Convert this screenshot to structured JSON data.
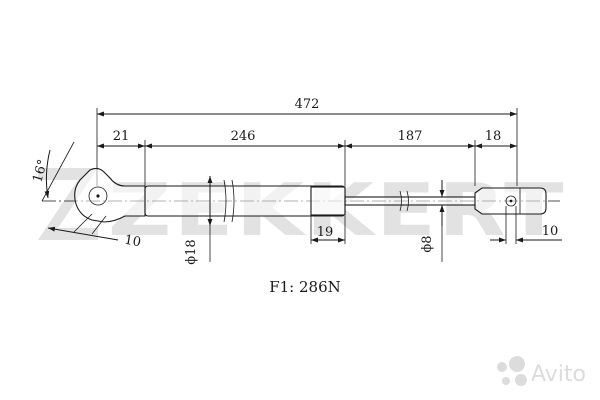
{
  "watermark": {
    "brand": "ZEKKERT",
    "marketplace": "Avito"
  },
  "dimensions": {
    "overall_length": "472",
    "left_end": "21",
    "cylinder_length": "246",
    "rod_length": "187",
    "right_end": "18",
    "mount_angle": "16°",
    "left_eye": "10",
    "cylinder_diameter": "ϕ18",
    "collar_width": "19",
    "rod_diameter": "ϕ8",
    "right_eye": "10"
  },
  "force_label": "F1: 286N"
}
